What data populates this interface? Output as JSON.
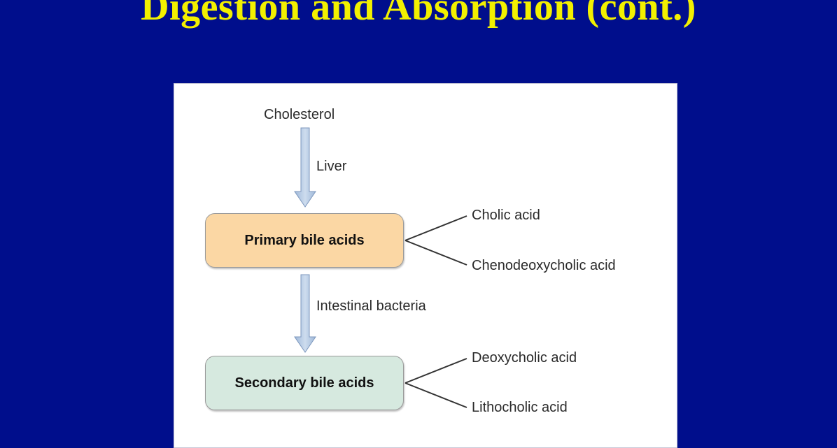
{
  "slide": {
    "title": "Digestion and Absorption (cont.)"
  },
  "diagram": {
    "top_node": "Cholesterol",
    "arrow1_label": "Liver",
    "primary_box": "Primary bile acids",
    "primary_products": [
      "Cholic acid",
      "Chenodeoxycholic acid"
    ],
    "arrow2_label": "Intestinal bacteria",
    "secondary_box": "Secondary bile acids",
    "secondary_products": [
      "Deoxycholic acid",
      "Lithocholic acid"
    ]
  },
  "colors": {
    "background": "#000e8c",
    "title": "#f2f000",
    "primary_box_fill": "#fbd7a4",
    "secondary_box_fill": "#d6e9df",
    "arrow_fill": "#b9cde6"
  }
}
